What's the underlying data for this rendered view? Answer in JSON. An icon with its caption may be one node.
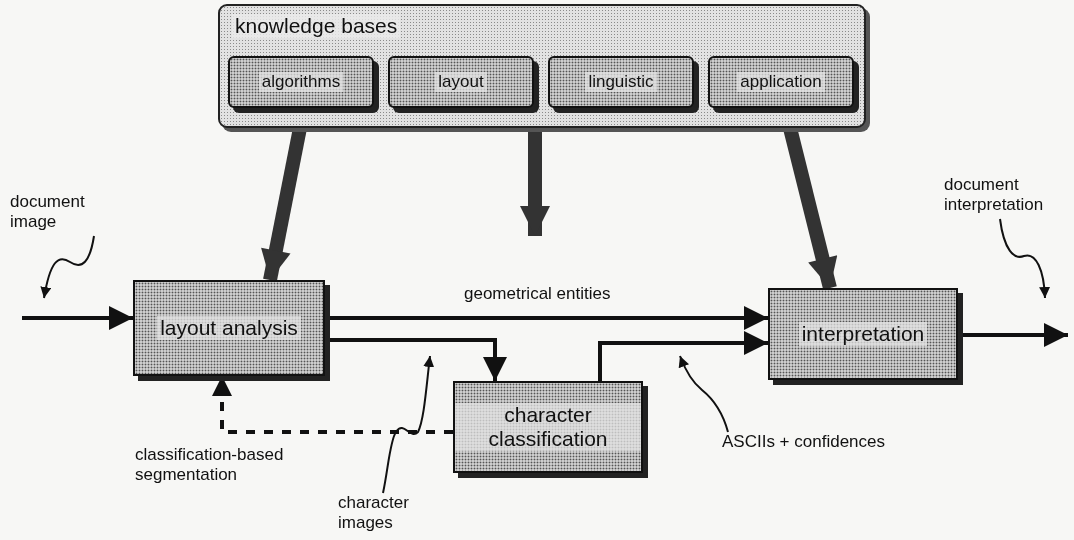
{
  "diagram": {
    "nodes": [
      {
        "text": [
          "knowledge bases"
        ]
      },
      {
        "text": [
          "algorithms"
        ],
        "in": 0
      },
      {
        "text": [
          "layout"
        ],
        "in": 0
      },
      {
        "text": [
          "linguistic"
        ],
        "in": 0
      },
      {
        "text": [
          "application"
        ],
        "in": 0
      },
      {
        "text": [
          "layout analysis"
        ]
      },
      {
        "text": [
          "character classification"
        ]
      },
      {
        "text": [
          "interpretation"
        ]
      },
      {
        "text": [
          "document image"
        ]
      },
      {
        "text": [
          "document interpretation"
        ]
      },
      {
        "text": [
          "character images"
        ]
      },
      {
        "text": [
          "ASCIIs + confidences"
        ]
      }
    ],
    "edges": [
      {
        "from": null,
        "to": 5,
        "arrow": "to"
      },
      {
        "from": 5,
        "to": 7,
        "arrow": "to",
        "label": "geometrical entities"
      },
      {
        "from": 5,
        "to": 6,
        "arrow": "to"
      },
      {
        "from": 6,
        "to": 7,
        "arrow": "to"
      },
      {
        "from": 6,
        "to": 5,
        "arrow": "to",
        "style": "dashed",
        "label": "classification-based segmentation"
      },
      {
        "from": 7,
        "to": null,
        "arrow": "to"
      },
      {
        "from": 0,
        "to": 5,
        "arrow": "to",
        "style": "thick"
      },
      {
        "from": 0,
        "to": null,
        "arrow": "to",
        "style": "thick"
      },
      {
        "from": 0,
        "to": 7,
        "arrow": "to",
        "style": "thick"
      },
      {
        "from": 8,
        "to": null,
        "arrow": "to"
      },
      {
        "from": 9,
        "to": null,
        "arrow": "to"
      },
      {
        "from": 10,
        "to": null,
        "arrow": "to"
      },
      {
        "from": 11,
        "to": null,
        "arrow": "to"
      }
    ]
  }
}
